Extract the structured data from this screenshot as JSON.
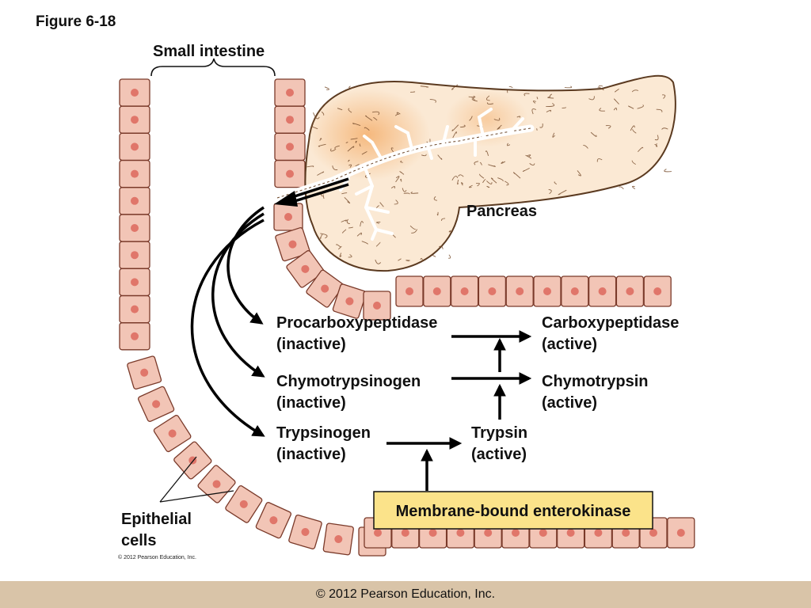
{
  "figure_label": "Figure 6-18",
  "labels": {
    "small_intestine": "Small intestine",
    "pancreas": "Pancreas",
    "epithelial_line1": "Epithelial",
    "epithelial_line2": "cells"
  },
  "enzymes": {
    "procarboxypeptidase": {
      "name": "Procarboxypeptidase",
      "state": "(inactive)"
    },
    "carboxypeptidase": {
      "name": "Carboxypeptidase",
      "state": "(active)"
    },
    "chymotrypsinogen": {
      "name": "Chymotrypsinogen",
      "state": "(inactive)"
    },
    "chymotrypsin": {
      "name": "Chymotrypsin",
      "state": "(active)"
    },
    "trypsinogen": {
      "name": "Trypsinogen",
      "state": "(inactive)"
    },
    "trypsin": {
      "name": "Trypsin",
      "state": "(active)"
    }
  },
  "enterokinase": "Membrane-bound enterokinase",
  "small_copyright": "© 2012 Pearson Education, Inc.",
  "footer_copyright": "© 2012 Pearson Education, Inc.",
  "colors": {
    "cell_fill": "#f2c5b6",
    "cell_stroke": "#7a3a2a",
    "nucleus": "#e0766a",
    "pancreas_fill": "#fbe9d4",
    "pancreas_orange": "#f5b679",
    "enterokinase_box": "#fbe38a",
    "footer_bg": "#d9c4a8"
  }
}
